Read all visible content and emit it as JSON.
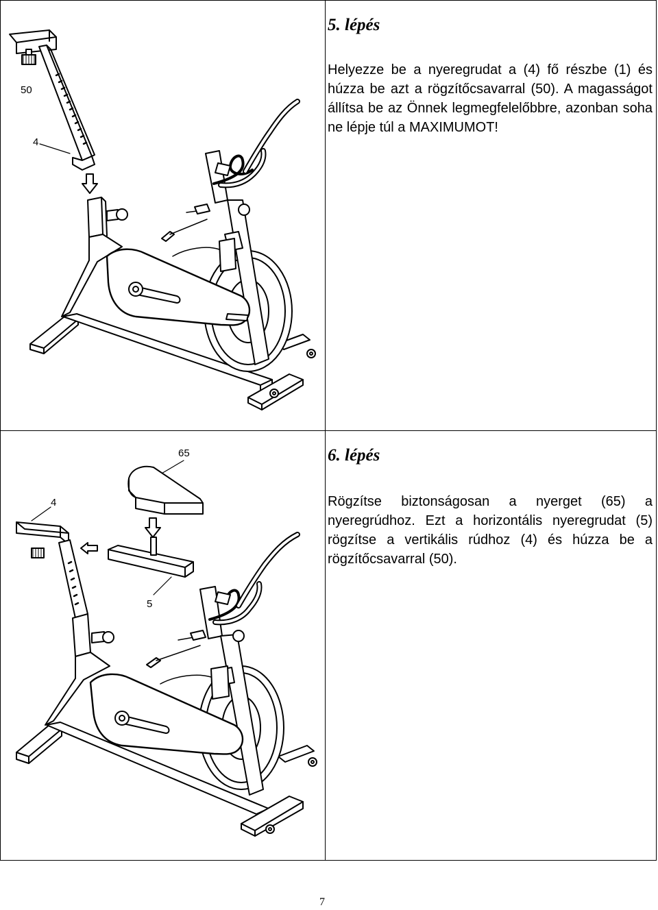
{
  "step5": {
    "heading": "5. lépés",
    "text": "Helyezze be a nyeregrudat a (4) fő részbe (1) és húzza be azt a rögzítőcsavarral (50). A magasságot állítsa be az Önnek legmegfelelőbbre, azonban soha ne lépje túl a MAXIMUMOT!",
    "callouts": [
      "50",
      "4"
    ]
  },
  "step6": {
    "heading": "6. lépés",
    "text": "Rögzítse biztonságosan a nyerget (65) a nyeregrúdhoz. Ezt a horizontális nyeregrudat (5) rögzítse a vertikális rúdhoz (4) és húzza be a rögzítőcsavarral (50).",
    "callouts": [
      "65",
      "4",
      "5"
    ]
  },
  "page_number": "7"
}
